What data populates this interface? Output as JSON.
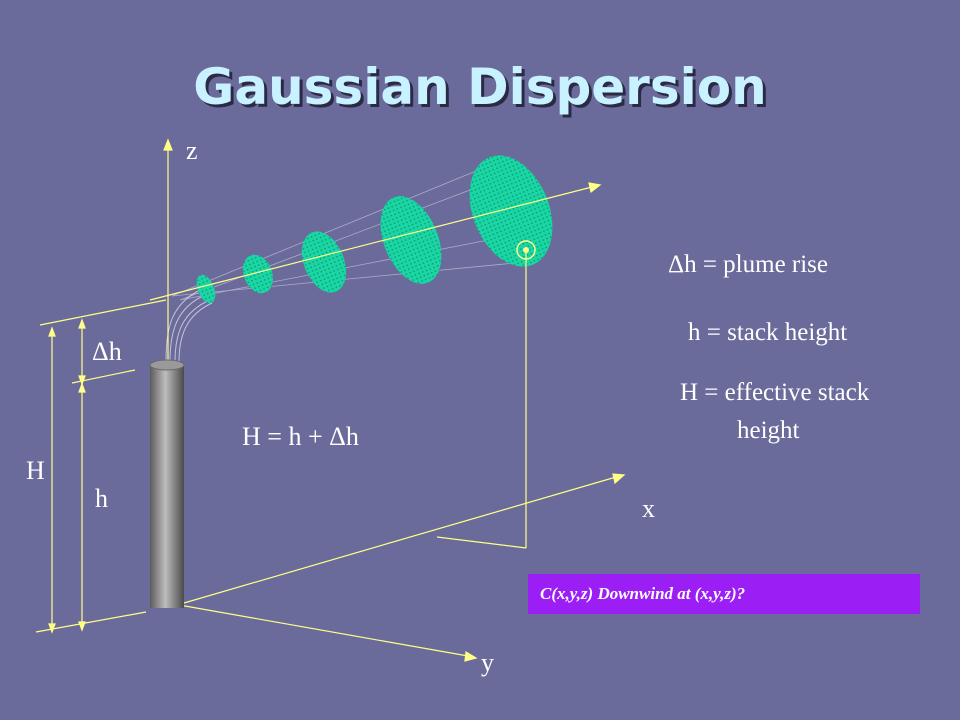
{
  "title": "Gaussian Dispersion",
  "axes": {
    "z": "z",
    "x": "x",
    "y": "y"
  },
  "heights": {
    "H": "H",
    "h": "h",
    "dh": "Δh"
  },
  "equation": "H = h + Δh",
  "definitions": {
    "plume_rise": "Δh = plume rise",
    "stack_height": "h = stack height",
    "effective_line1": "H = effective stack",
    "effective_line2": "height"
  },
  "question": "C(x,y,z) Downwind at (x,y,z)?",
  "colors": {
    "background": "#6b6b9b",
    "title": "#c8f2ff",
    "axis": "#ffff88",
    "plume": "#19d6a4",
    "stack": "#8a8a8a",
    "question_box": "#9b1ff5"
  }
}
